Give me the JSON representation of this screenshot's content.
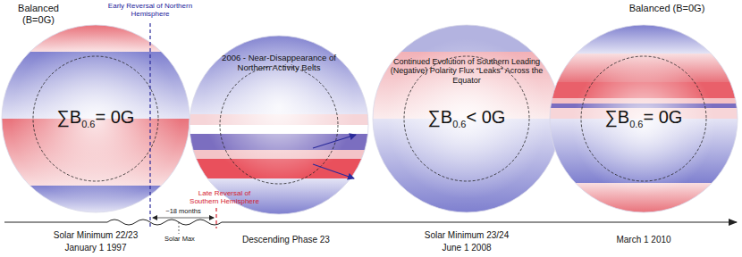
{
  "diagram": {
    "nodes": [
      {
        "text": [
          "∑B",
          "0.6",
          "= 0G"
        ]
      },
      {
        "text": [
          "2006 - Near-Disappearance of Northern Activity Belts"
        ]
      },
      {
        "text": [
          "Continued Evolution of Southern Leading (Negative) Polarity Flux “Leaks” Across the Equator",
          "∑B",
          "0.6",
          "< 0G"
        ]
      },
      {
        "text": [
          "∑B",
          "0.6",
          "= 0G"
        ]
      }
    ],
    "labels": [
      "Balanced (B=0G)",
      "Early Reversal of Northern Hemisphere",
      "Late Reversal of Southern Hemisphere",
      "~18 months",
      "Solar Max",
      "Solar Minimum 22/23",
      "January 1 1997",
      "Descending Phase 23",
      "Solar Minimum 23/24",
      "June 1 2008",
      "March 1 2010",
      "Balanced (B=0G)"
    ]
  }
}
